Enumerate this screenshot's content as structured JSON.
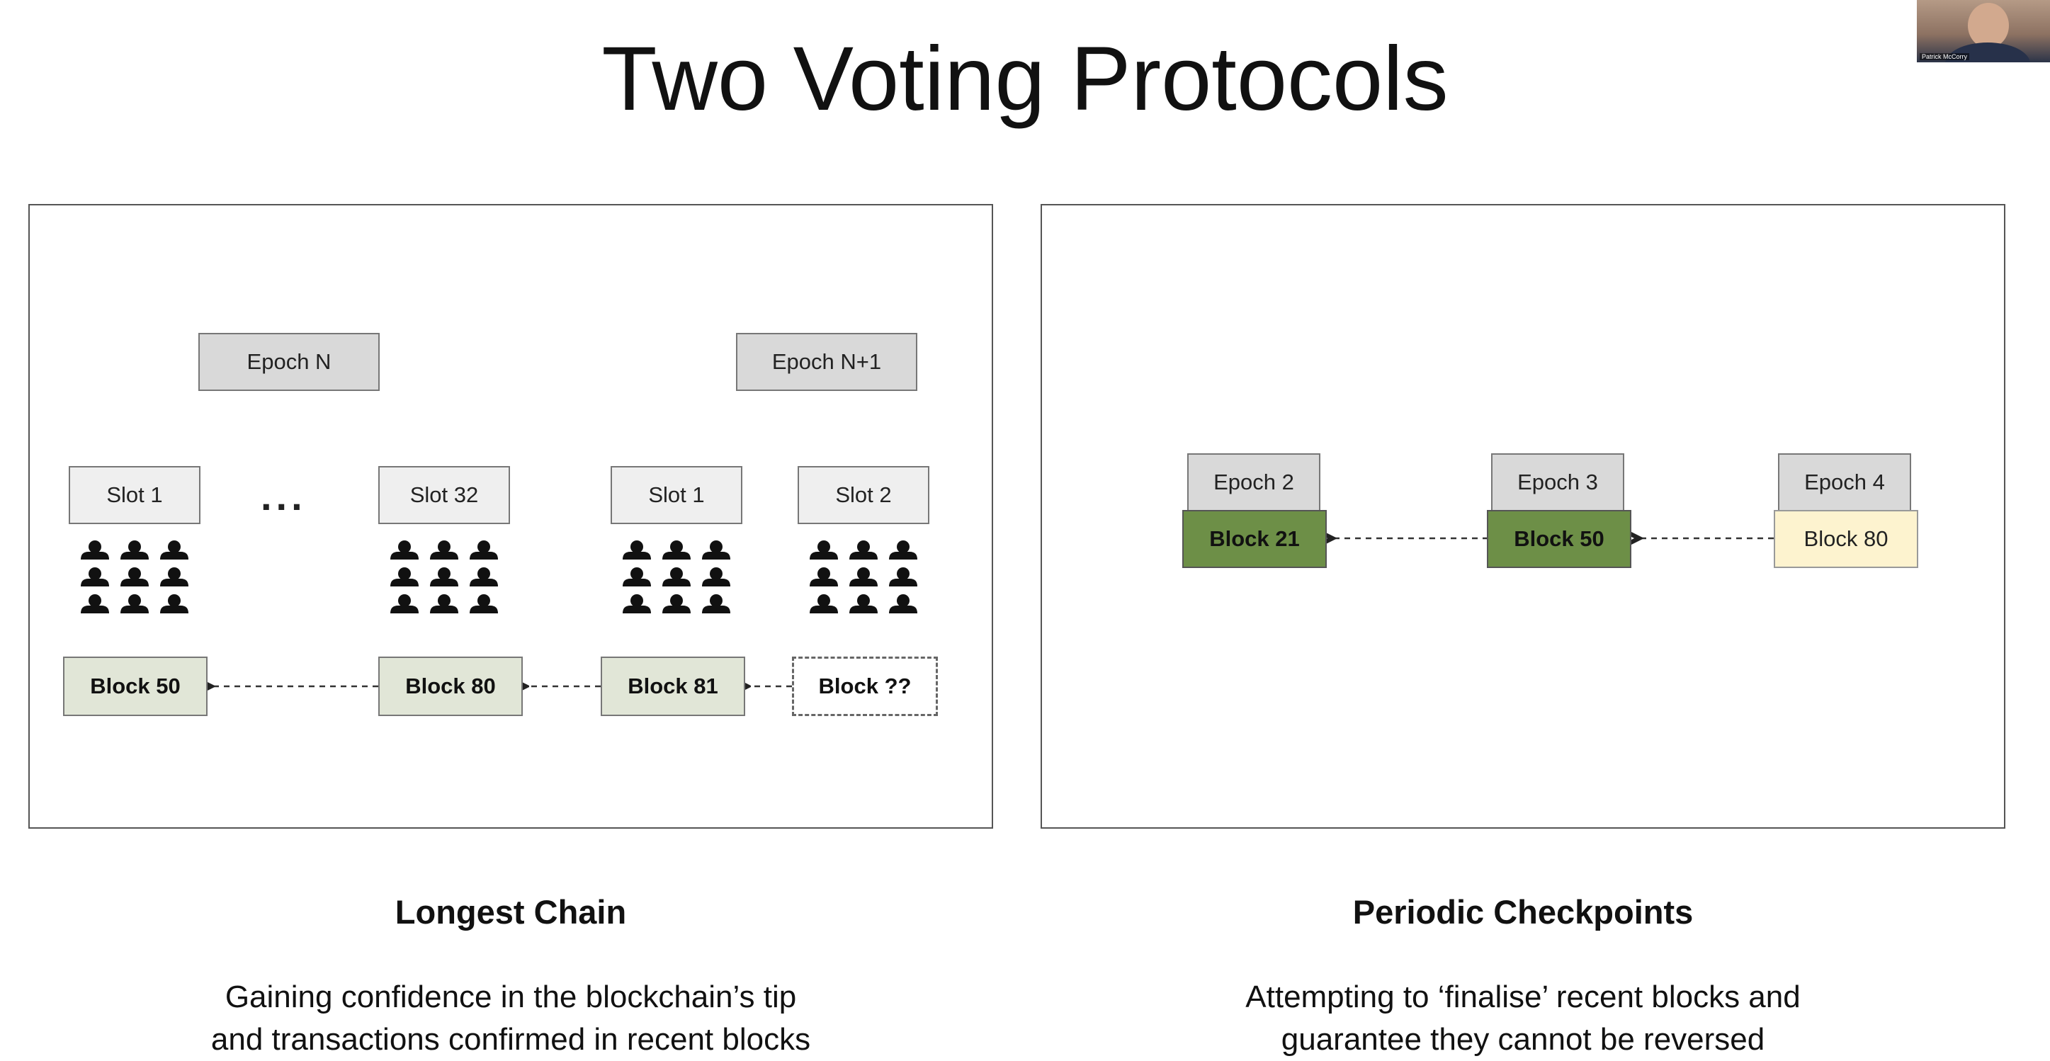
{
  "title": "Two Voting Protocols",
  "webcam": {
    "name": "Patrick McCorry"
  },
  "left_panel": {
    "epochs": [
      "Epoch N",
      "Epoch N+1"
    ],
    "slots": [
      "Slot 1",
      "Slot 32",
      "Slot 1",
      "Slot 2"
    ],
    "ellipsis": "...",
    "blocks": [
      "Block 50",
      "Block 80",
      "Block 81",
      "Block ??"
    ],
    "caption_title": "Longest Chain",
    "caption_lines": [
      "Gaining confidence in the blockchain’s tip",
      "and transactions confirmed in recent blocks"
    ]
  },
  "right_panel": {
    "epochs": [
      "Epoch 2",
      "Epoch 3",
      "Epoch 4"
    ],
    "blocks": [
      "Block 21",
      "Block 50",
      "Block 80"
    ],
    "caption_title": "Periodic Checkpoints",
    "caption_lines": [
      "Attempting to ‘finalise’ recent blocks and",
      "guarantee they cannot be reversed"
    ]
  },
  "colors": {
    "finalised_block": "#6d8f47",
    "pending_block": "#fdf3cf",
    "chain_block": "#e1e6d7",
    "epoch_box": "#d9d9d9",
    "slot_box": "#efefef"
  },
  "icons": {
    "validator_group": "people-grid-icon",
    "arrow": "dashed-arrow-left-icon"
  }
}
